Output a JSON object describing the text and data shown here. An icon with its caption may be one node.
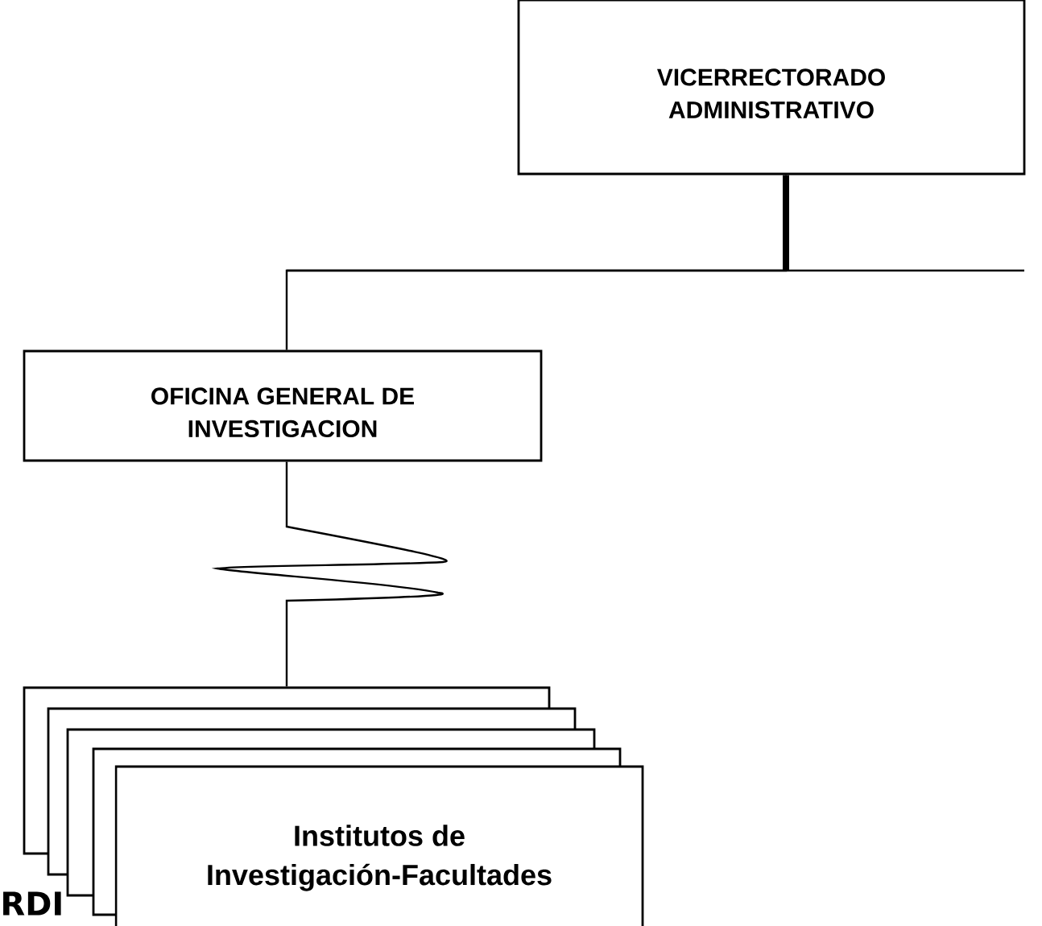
{
  "diagram": {
    "nodes": [
      {
        "text": [
          "VICERRECTORADO ADMINISTRATIVO"
        ]
      },
      {
        "text": [
          "OFICINA GENERAL DE INVESTIGACION"
        ]
      },
      {
        "text": [],
        "shape": "box"
      },
      {
        "text": [],
        "shape": "box"
      },
      {
        "text": [],
        "shape": "box"
      },
      {
        "text": [],
        "shape": "box"
      },
      {
        "text": [
          "Institutos de Investigación-Facultades"
        ]
      }
    ],
    "edges": [
      {
        "from": 0,
        "to": 1,
        "arrow": "none"
      },
      {
        "from": 1,
        "to": 2,
        "arrow": "none"
      }
    ],
    "labels": [
      "RDI"
    ]
  }
}
